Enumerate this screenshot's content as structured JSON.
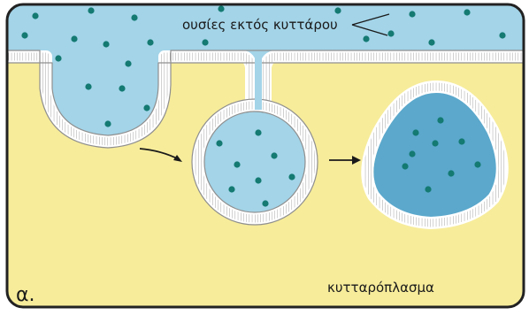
{
  "figure": {
    "panel_letter": "α.",
    "outside_label": "ουσίες εκτός κυττάρου",
    "cytoplasm_label": "κυτταρόπλασμα"
  },
  "colors": {
    "extracellular": "#a3d4e8",
    "cytoplasm": "#f7ec9a",
    "vesicle_inner_late": "#5ba8cc",
    "dot": "#147a72",
    "membrane_fill": "#ffffff",
    "membrane_line": "#9a9a9a",
    "frame": "#222222"
  }
}
